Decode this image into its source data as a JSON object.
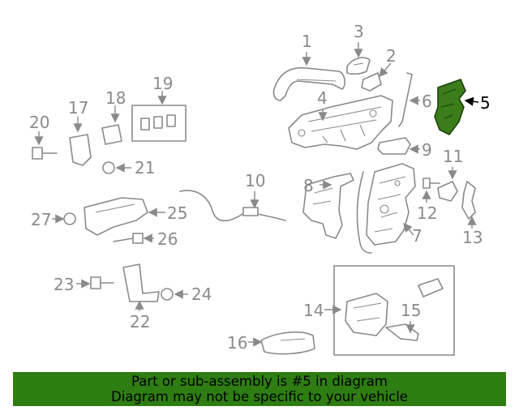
{
  "diagram": {
    "highlighted_part": "5",
    "colors": {
      "highlight": "#3a7d1a",
      "line": "#8a8a8a",
      "banner": "#2e7d12"
    },
    "callouts": [
      "1",
      "2",
      "3",
      "4",
      "5",
      "6",
      "7",
      "8",
      "9",
      "10",
      "11",
      "12",
      "13",
      "14",
      "15",
      "16",
      "17",
      "18",
      "19",
      "20",
      "21",
      "22",
      "23",
      "24",
      "25",
      "26",
      "27"
    ]
  },
  "banner": {
    "line1": "Part or sub-assembly is #5 in diagram",
    "line2": "Diagram may not be specific to your vehicle"
  }
}
